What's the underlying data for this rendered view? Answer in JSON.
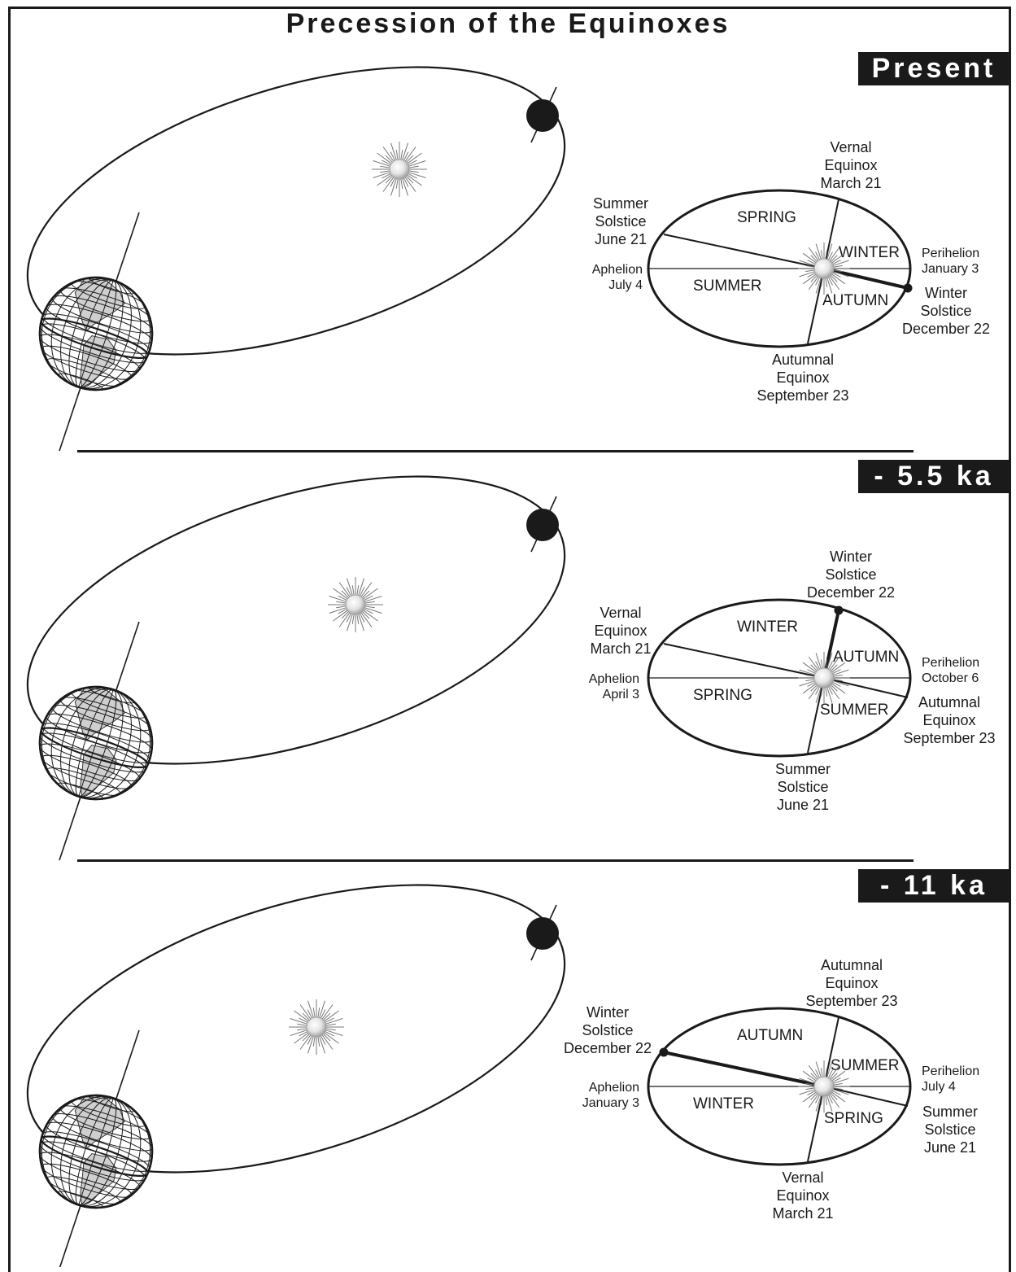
{
  "title": "Precession of the Equinoxes",
  "panels": [
    {
      "era": "Present",
      "labels": {
        "top": "Vernal\nEquinox\nMarch 21",
        "upper_left": "Summer\nSolstice\nJune 21",
        "aphelion": "Aphelion\nJuly 4",
        "perihelion": "Perihelion\nJanuary 3",
        "right": "Winter\nSolstice\nDecember 22",
        "bottom": "Autumnal\nEquinox\nSeptember 23"
      },
      "seasons": {
        "upper_left": "SPRING",
        "upper_right": "WINTER",
        "lower_left": "SUMMER",
        "lower_right": "AUTUMN"
      }
    },
    {
      "era": "- 5.5 ka",
      "labels": {
        "top": "Winter\nSolstice\nDecember 22",
        "upper_left": "Vernal\nEquinox\nMarch 21",
        "aphelion": "Aphelion\nApril 3",
        "perihelion": "Perihelion\nOctober 6",
        "right": "Autumnal\nEquinox\nSeptember 23",
        "bottom": "Summer\nSolstice\nJune 21"
      },
      "seasons": {
        "upper_left": "WINTER",
        "upper_right": "AUTUMN",
        "lower_left": "SPRING",
        "lower_right": "SUMMER"
      }
    },
    {
      "era": "- 11 ka",
      "labels": {
        "top": "Autumnal\nEquinox\nSeptember 23",
        "upper_left": "Winter\nSolstice\nDecember 22",
        "aphelion": "Aphelion\nJanuary 3",
        "perihelion": "Perihelion\nJuly 4",
        "right": "Summer\nSolstice\nJune 21",
        "bottom": "Vernal\nEquinox\nMarch 21"
      },
      "seasons": {
        "upper_left": "AUTUMN",
        "upper_right": "SUMMER",
        "lower_left": "WINTER",
        "lower_right": "SPRING"
      }
    }
  ]
}
